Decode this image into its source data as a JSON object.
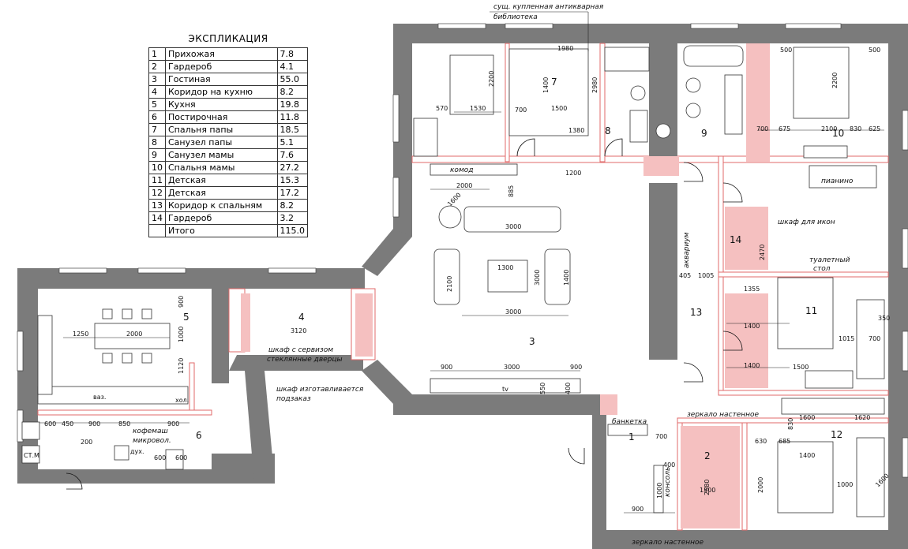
{
  "legend": {
    "title": "ЭКСПЛИКАЦИЯ",
    "rows": [
      {
        "n": "1",
        "name": "Прихожая",
        "area": "7.8"
      },
      {
        "n": "2",
        "name": "Гардероб",
        "area": "4.1"
      },
      {
        "n": "3",
        "name": "Гостиная",
        "area": "55.0"
      },
      {
        "n": "4",
        "name": "Коридор на кухню",
        "area": "8.2"
      },
      {
        "n": "5",
        "name": "Кухня",
        "area": "19.8"
      },
      {
        "n": "6",
        "name": "Постирочная",
        "area": "11.8"
      },
      {
        "n": "7",
        "name": "Спальня папы",
        "area": "18.5"
      },
      {
        "n": "8",
        "name": "Санузел папы",
        "area": "5.1"
      },
      {
        "n": "9",
        "name": "Санузел мамы",
        "area": "7.6"
      },
      {
        "n": "10",
        "name": "Спальня мамы",
        "area": "27.2"
      },
      {
        "n": "11",
        "name": "Детская",
        "area": "15.3"
      },
      {
        "n": "12",
        "name": "Детская",
        "area": "17.2"
      },
      {
        "n": "13",
        "name": "Коридор к спальням",
        "area": "8.2"
      },
      {
        "n": "14",
        "name": "Гардероб",
        "area": "3.2"
      },
      {
        "n": "",
        "name": "Итого",
        "area": "115.0"
      }
    ]
  },
  "rooms": {
    "r1": "1",
    "r2": "2",
    "r3": "3",
    "r4": "4",
    "r5": "5",
    "r6": "6",
    "r7": "7",
    "r8": "8",
    "r9": "9",
    "r10": "10",
    "r11": "11",
    "r12": "12",
    "r13": "13",
    "r14": "14"
  },
  "notes": {
    "library_1": "сущ. купленная антикварная",
    "library_2": "библиотека",
    "komod": "комод",
    "wardrobe_1": "шкаф с сервизом",
    "wardrobe_2": "стеклянные дверцы",
    "custom_1": "шкаф изготавливается",
    "custom_2": "подзаказ",
    "banketka": "банкетка",
    "mirror_wall": "зеркало настенное",
    "mirror_wall_bottom": "зеркало настенное",
    "konsol": "консоль",
    "pianino": "пианино",
    "ikons": "шкаф для икон",
    "toilet_table_1": "туалетный",
    "toilet_table_2": "стол",
    "coffee": "кофемаш",
    "micro": "микровол.",
    "hol": "хол.",
    "duh": "дух.",
    "vaz": "ваз.",
    "tv": "tv",
    "aquarium": "аквариум",
    "cm": "СТ.М"
  },
  "dims": {
    "d2000a": "2000",
    "d885": "885",
    "d1600": "1600",
    "d3000a": "3000",
    "d1300": "1300",
    "d3000b": "3000",
    "d1400a": "1400",
    "d2100a": "2100",
    "d3000c": "3000",
    "d900a": "900",
    "d3000d": "3000",
    "d900b": "900",
    "d550": "550",
    "d400a": "400",
    "d1200a": "1200",
    "d1530": "1530",
    "d570": "570",
    "d2200a": "2200",
    "d700a": "700",
    "d1500a": "1500",
    "d2980": "2980",
    "d1380": "1380",
    "d1400b": "1400",
    "d1980": "1980",
    "d2100b": "2100",
    "d675": "675",
    "d700b": "700",
    "d830": "830",
    "d625": "625",
    "d500a": "500",
    "d500b": "500",
    "d2200b": "2200",
    "d1250": "1250",
    "d2000b": "2000",
    "d900c": "900",
    "d1000a": "1000",
    "d1120": "1120",
    "d600a": "600",
    "d450": "450",
    "d900d": "900",
    "d850": "850",
    "d900e": "900",
    "d200": "200",
    "d600b": "600",
    "d600c": "600",
    "d3120": "3120",
    "d405": "405",
    "d1005": "1005",
    "d1355": "1355",
    "d2470": "2470",
    "d1400c": "1400",
    "d1400d": "1400",
    "d1500b": "1500",
    "d1015": "1015",
    "d350": "350",
    "d700c": "700",
    "d1600b": "1600",
    "d1620": "1620",
    "d830b": "830",
    "d630": "630",
    "d685": "685",
    "d1400e": "1400",
    "d2000c": "2000",
    "d1000b": "1000",
    "d1600c": "1600",
    "d2580": "2580",
    "d1500c": "1500",
    "d900f": "900",
    "d700d": "700",
    "d400b": "400",
    "d1000c": "1000"
  }
}
